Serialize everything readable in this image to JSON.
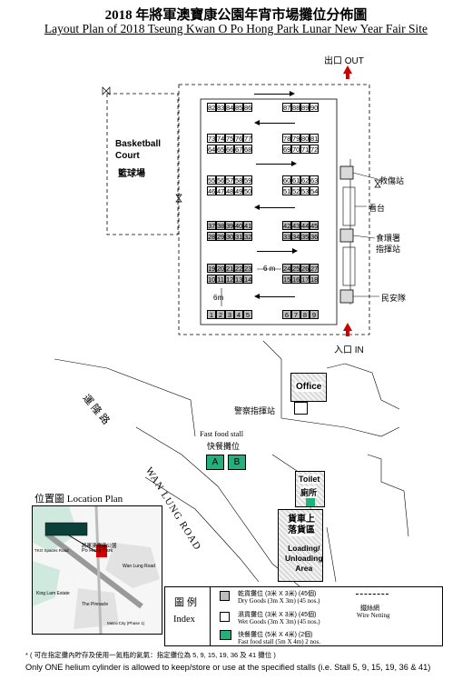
{
  "title": {
    "cn": "2018 年將軍澳寶康公園年宵市場攤位分佈圖",
    "en": "Layout Plan of 2018 Tseung Kwan O Po Hong Park Lunar New Year Fair Site"
  },
  "exit_label": "出口 OUT",
  "entrance_label": "入口 IN",
  "basketball": {
    "en": "Basketball\nCourt",
    "cn": "籃球場"
  },
  "facilities": {
    "first_aid": "救傷站",
    "stand": "看台",
    "fehd": "食環署\n指揮站",
    "security": "民安隊",
    "police": "警察指揮站",
    "office": "Office",
    "toilet_en": "Toilet",
    "toilet_cn": "廁所",
    "loading_cn": "貨車上\n落貨區",
    "loading_en": "Loading/\nUnloading\nArea"
  },
  "road": {
    "cn": "運隆路",
    "en": "WAN LUNG ROAD"
  },
  "gap_labels": [
    "6 m",
    "6m"
  ],
  "fast_food": {
    "en": "Fast food stall",
    "cn": "快餐攤位",
    "stalls": [
      "A",
      "B"
    ]
  },
  "stall_rows": [
    [
      "82",
      "83",
      "84",
      "85",
      "86",
      "87",
      "88",
      "89",
      "90"
    ],
    [
      "73",
      "74",
      "75",
      "76",
      "77",
      "78",
      "79",
      "80",
      "81"
    ],
    [
      "64",
      "65",
      "66",
      "67",
      "68",
      "69",
      "70",
      "71",
      "72"
    ],
    [
      "55",
      "56",
      "57",
      "58",
      "59",
      "60",
      "61",
      "62",
      "63"
    ],
    [
      "46",
      "47",
      "48",
      "49",
      "50",
      "51",
      "52",
      "53",
      "54"
    ],
    [
      "37",
      "38",
      "39",
      "40",
      "41",
      "42",
      "43",
      "44",
      "45"
    ],
    [
      "28",
      "29",
      "30",
      "31",
      "32",
      "33",
      "34",
      "35",
      "36"
    ],
    [
      "19",
      "20",
      "21",
      "22",
      "23",
      "24",
      "25",
      "26",
      "27"
    ],
    [
      "10",
      "11",
      "12",
      "13",
      "14",
      "15",
      "16",
      "17",
      "18"
    ],
    [
      "1",
      "2",
      "3",
      "4",
      "5",
      "6",
      "7",
      "8",
      "9"
    ]
  ],
  "location_plan": {
    "title": "位置圖 Location Plan",
    "labels": [
      "將軍澳寶康公園",
      "Po Hong Park",
      "Wan Lung Road",
      "King Lam Estate",
      "Metro City (Phase 1)",
      "The Pinnacle",
      "TKO Spaces Road"
    ]
  },
  "index": {
    "title_cn": "圖 例",
    "title_en": "Index",
    "dry_cn": "乾貨攤位 (3米 X 3米) (45個)",
    "dry_en": "Dry Goods (3m X 3m) (45 nos.)",
    "wet_cn": "濕貨攤位 (3米 X 3米) (45個)",
    "wet_en": "Wet Goods (3m X 3m) (45 nos.)",
    "ff_cn": "快餐攤位 (5米 X 4米) (2個)",
    "ff_en": "Fast food stall (5m X 4m) 2 nos.",
    "wire_cn": "鐵絲網",
    "wire_en": "Wire Netting"
  },
  "footnote": {
    "cn": "* ( 可在指定攤內貯存及使用一氮瓶的氦氣：指定攤位為 5, 9, 15, 19, 36 及 41 攤位 )",
    "en": "Only ONE helium cylinder is allowed to keep/store or use at the specified stalls (i.e. Stall 5, 9, 15, 19, 36 & 41)"
  },
  "colors": {
    "dry": "#bdbdbd",
    "fast_food": "#22b07d",
    "arrow_red": "#cc0000"
  }
}
